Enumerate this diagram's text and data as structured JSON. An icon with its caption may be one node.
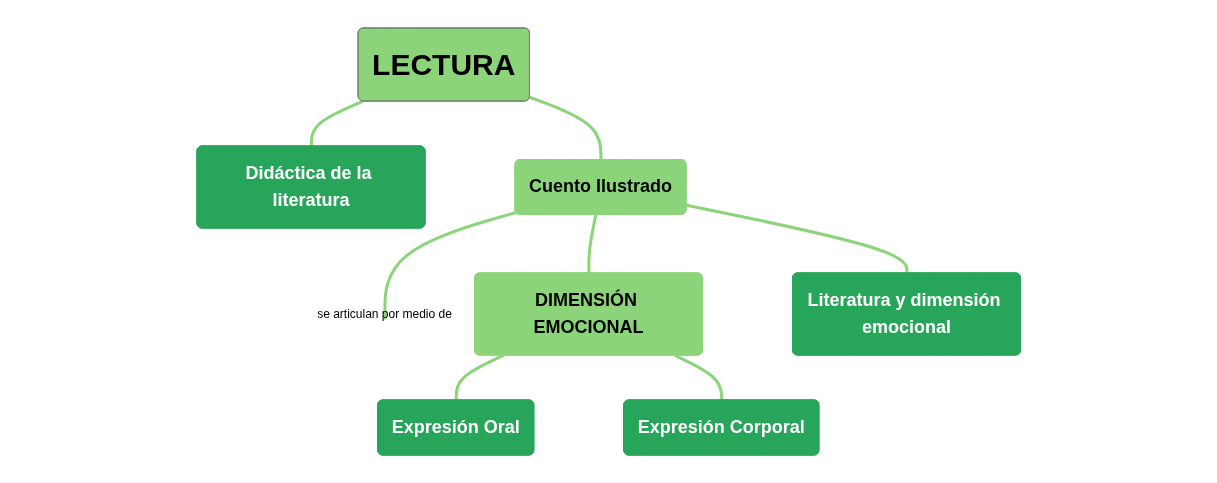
{
  "diagram": {
    "nodes": [
      {
        "text": [
          "LECTURA"
        ]
      },
      {
        "text": [
          "se articulan por medio de"
        ]
      },
      {
        "text": [
          "DIMENSIÓN EMOCIONAL"
        ]
      },
      {
        "text": [
          "Didáctica de la literatura"
        ]
      },
      {
        "text": [
          "Expresión Oral"
        ]
      },
      {
        "text": [
          "Expresión Corporal"
        ]
      },
      {
        "text": [
          "Cuento Ilustrado"
        ]
      },
      {
        "text": [
          "Literatura y dimensión emocional"
        ]
      }
    ],
    "edges": [
      {
        "from": 0,
        "to": 3,
        "arrow": "none"
      },
      {
        "from": 0,
        "to": 6,
        "arrow": "none"
      },
      {
        "from": 6,
        "to": 1,
        "arrow": "none"
      },
      {
        "from": 6,
        "to": 2,
        "arrow": "none"
      },
      {
        "from": 2,
        "to": 4,
        "arrow": "none"
      },
      {
        "from": 2,
        "to": 5,
        "arrow": "none"
      },
      {
        "from": 6,
        "to": 7,
        "arrow": "none"
      }
    ]
  }
}
